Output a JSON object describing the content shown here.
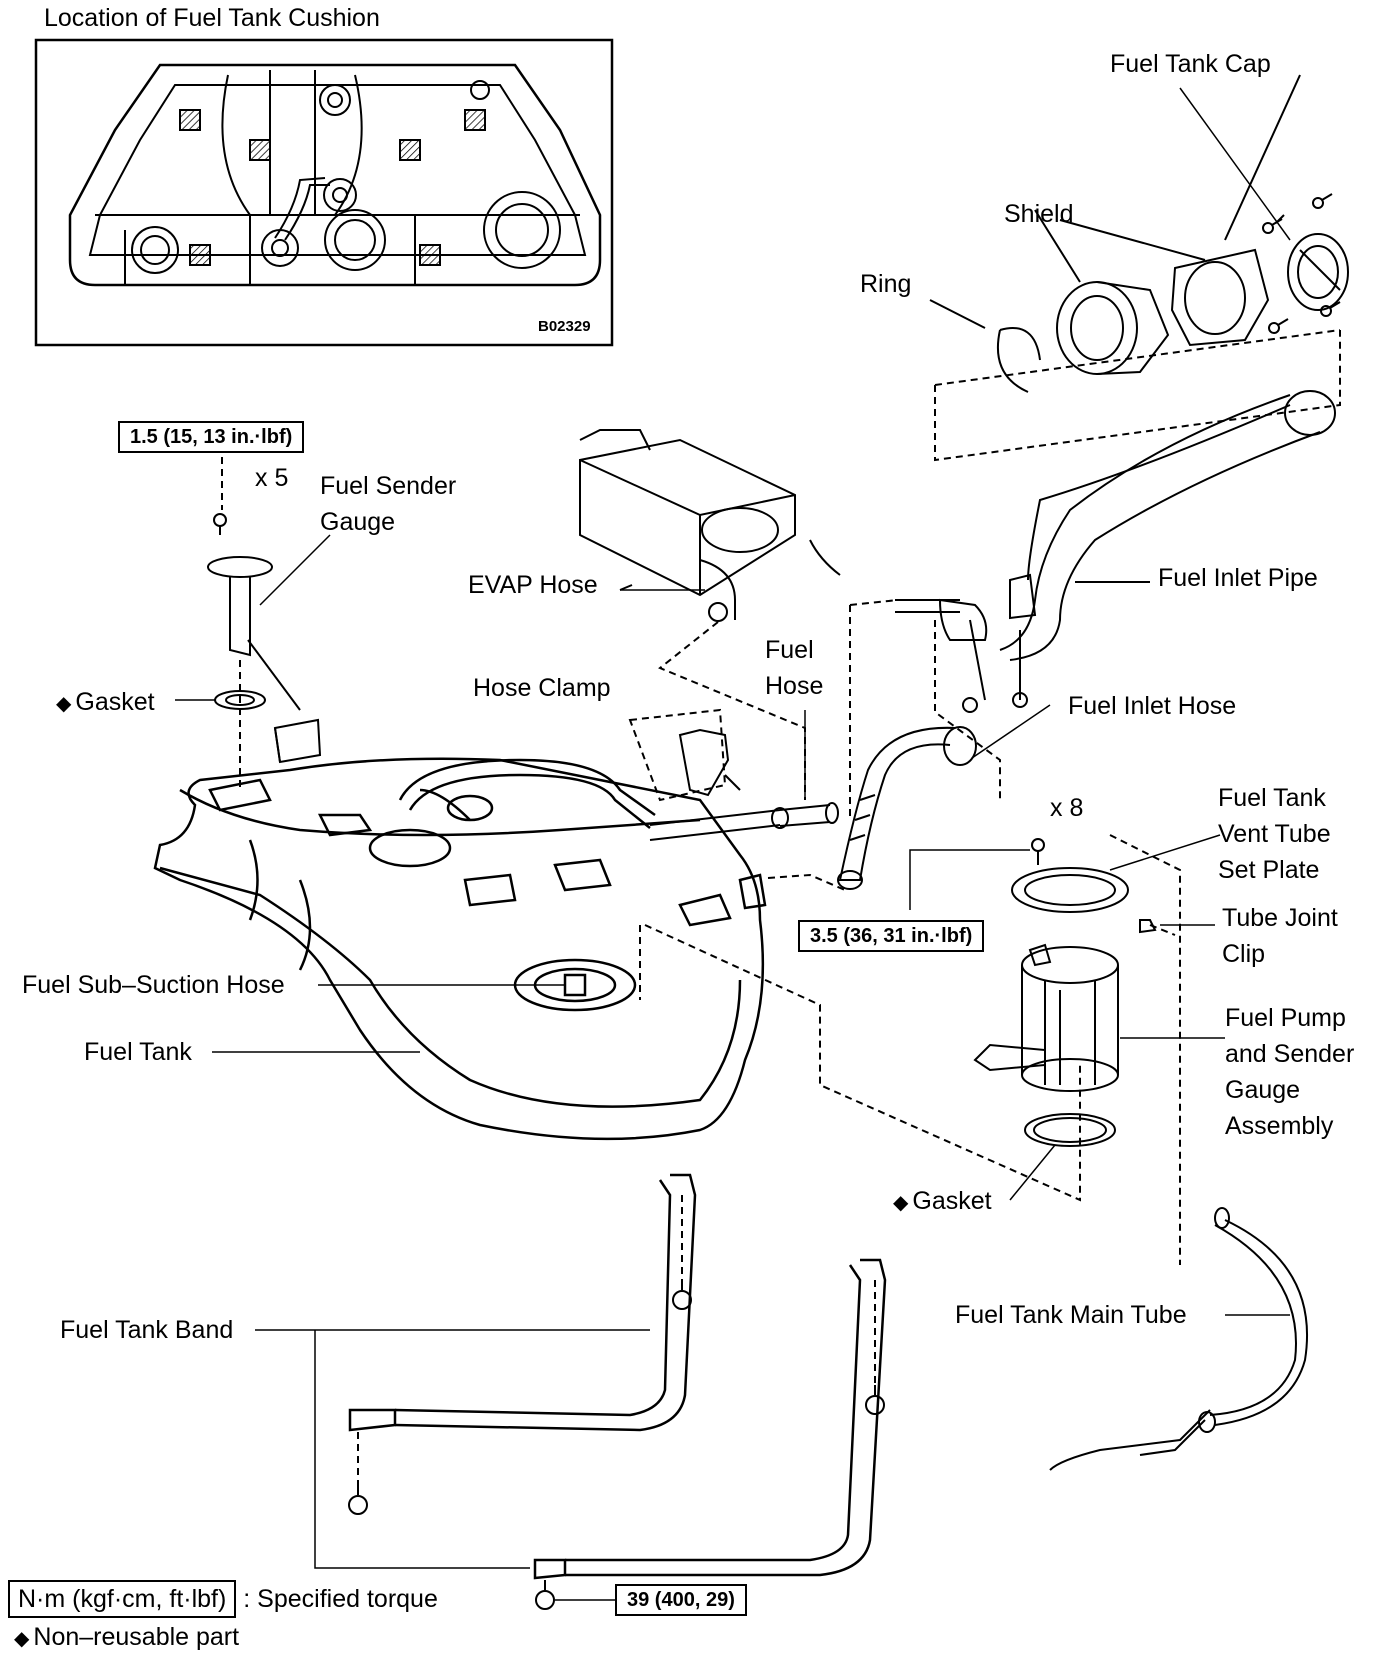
{
  "inset": {
    "title": "Location of Fuel Tank Cushion",
    "code": "B02329"
  },
  "labels": {
    "fuel_tank_cap": "Fuel Tank Cap",
    "shield": "Shield",
    "ring": "Ring",
    "x5": "x 5",
    "fuel_sender_gauge": [
      "Fuel Sender",
      "Gauge"
    ],
    "evap_hose": "EVAP Hose",
    "fuel_inlet_pipe": "Fuel Inlet Pipe",
    "fuel_hose": [
      "Fuel",
      "Hose"
    ],
    "hose_clamp": "Hose Clamp",
    "gasket_top": "Gasket",
    "fuel_inlet_hose": "Fuel Inlet Hose",
    "x8": "x 8",
    "fuel_tank_vent_tube_set_plate": [
      "Fuel Tank",
      "Vent Tube",
      "Set Plate"
    ],
    "tube_joint_clip": [
      "Tube Joint",
      "Clip"
    ],
    "fuel_sub_suction_hose": "Fuel Sub–Suction Hose",
    "fuel_tank": "Fuel Tank",
    "fuel_pump_assembly": [
      "Fuel Pump",
      "and Sender",
      "Gauge",
      "Assembly"
    ],
    "gasket_bottom": "Gasket",
    "fuel_tank_main_tube": "Fuel Tank Main Tube",
    "fuel_tank_band": "Fuel Tank Band"
  },
  "torques": {
    "sender_gauge_screw": "1.5 (15, 13 in.·lbf)",
    "pump_plate_screw": "3.5 (36, 31 in.·lbf)",
    "band_bolt": "39 (400, 29)"
  },
  "legend": {
    "torque_unit": "N·m (kgf·cm, ft·lbf)",
    "torque_desc": ": Specified torque",
    "non_reusable": "Non–reusable part",
    "symbol": "◆"
  }
}
